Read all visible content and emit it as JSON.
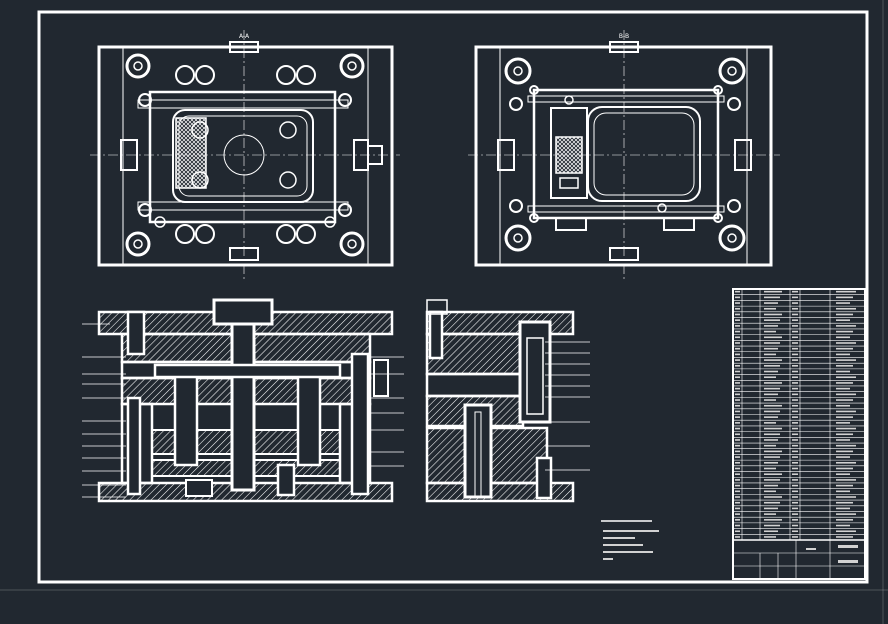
{
  "drawing": {
    "background_color": "#212830",
    "line_color": "#ffffff",
    "accent_color": "#d2d2d2"
  },
  "views": {
    "top_left_label": "A-A",
    "top_right_label": "B-B"
  },
  "title_block": {
    "rows": 44
  },
  "notes": {
    "heading": "",
    "lines": [
      "",
      "",
      "",
      "",
      ""
    ]
  }
}
